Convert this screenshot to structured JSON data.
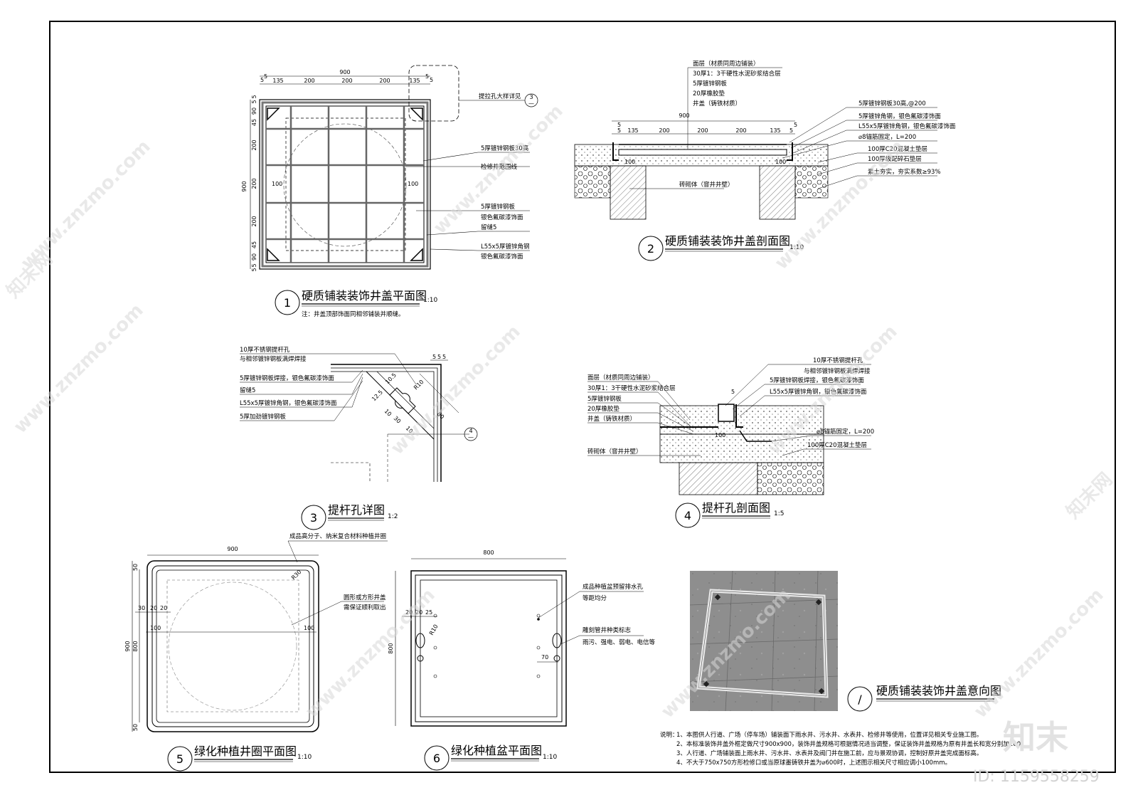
{
  "drawings": {
    "d1": {
      "number": "1",
      "title": "硬质铺装装饰井盖平面图",
      "scale": "1:10",
      "note": "注：井盖顶部饰面同相邻铺装并顺缝。",
      "dims_top": [
        "5",
        "5",
        "135",
        "200",
        "200",
        "200",
        "135",
        "5",
        "5"
      ],
      "overall_top": "900",
      "overall_left": "900",
      "dims_left": [
        "5",
        "5",
        "90",
        "45",
        "200",
        "200",
        "200",
        "45",
        "90",
        "5",
        "5"
      ],
      "dim_inner": "100",
      "ref_label": "提拉孔大样详见",
      "ref_number": "3",
      "ref_dash": "—",
      "labels": [
        "5厚镀锌钢板30高",
        "检修井范围线",
        "5厚镀锌钢板",
        "银色氟碳漆饰面",
        "留缝5",
        "L55x5厚镀锌角钢",
        "银色氟碳漆饰面"
      ]
    },
    "d2": {
      "number": "2",
      "title": "硬质铺装装饰井盖剖面图",
      "scale": "1:10",
      "overall": "900",
      "dims_top": [
        "5",
        "5",
        "135",
        "200",
        "200",
        "200",
        "135",
        "5",
        "5"
      ],
      "dim_inner": "100",
      "layers_top": [
        "面层（材质同周边铺装）",
        "30厚1：3干硬性水泥砂浆结合层",
        "5厚镀锌钢板",
        "20厚橡胶垫",
        "井盖（铸铁材质）"
      ],
      "labels_right": [
        "5厚镀锌钢板30高,@200",
        "5厚镀锌角钢，银色氟碳漆饰面",
        "L55x5厚镀锌角钢，银色氟碳漆饰面",
        "⌀8锚筋固定，L=200",
        "100厚C20混凝土垫层",
        "100厚级配碎石垫层",
        "素土夯实，夯实系数≥93%"
      ],
      "wall_label": "砖砌体（窨井井壁）"
    },
    "d3": {
      "number": "3",
      "title": "提杆孔详图",
      "scale": "1:2",
      "labels": [
        "10厚不锈钢提杆孔",
        "与相邻镀锌钢板满焊焊接",
        "5厚镀锌钢板焊接，银色氟碳漆饰面",
        "留缝5",
        "L55x5厚镀锌角钢，银色氟碳漆饰面",
        "5厚加劲镀锌钢板"
      ],
      "dims": [
        "5",
        "5",
        "5",
        "12.5",
        "10.5",
        "10",
        "30",
        "10",
        "R10",
        "80"
      ],
      "ref_number": "4",
      "ref_dash": "—"
    },
    "d4": {
      "number": "4",
      "title": "提杆孔剖面图",
      "scale": "1:5",
      "labels_left": [
        "面层（材质同周边铺装）",
        "30厚1：3干硬性水泥砂浆结合层",
        "5厚镀锌钢板",
        "20厚橡胶垫",
        "井盖（铸铁材质）",
        "砖砌体（窨井井壁）"
      ],
      "labels_right": [
        "10厚不锈钢提杆孔",
        "与相邻镀锌钢板满焊焊接",
        "5厚镀锌钢板焊接，银色氟碳漆饰面",
        "L55x5厚镀锌角钢，银色氟碳漆饰面",
        "⌀8锚筋固定，L=200",
        "100厚C20混凝土垫层"
      ],
      "dim_top": "5",
      "dim_inner": "100"
    },
    "d5": {
      "number": "5",
      "title": "绿化种植井圈平面图",
      "scale": "1:10",
      "overall_top": "900",
      "overall_left": "900",
      "inner_left": "800",
      "dims_left": [
        "50",
        "50"
      ],
      "dims_row": [
        "30",
        "20",
        "20"
      ],
      "dim_inner": "100",
      "radius": "R30",
      "labels": [
        "成品高分子、纳米复合材料种植井圈",
        "圆形或方形井盖",
        "需保证顺利取出"
      ]
    },
    "d6": {
      "number": "6",
      "title": "绿化种植盆平面图",
      "scale": "1:10",
      "overall_top": "800",
      "overall_left": "800",
      "dims_row": [
        "20",
        "20",
        "25"
      ],
      "radius": "R10",
      "dim_70": "70",
      "labels": [
        "成品种植盆预留排水孔",
        "等距均分",
        "雕刻管井种类标志",
        "雨污、强电、弱电、电信等"
      ]
    },
    "d7": {
      "number": "/",
      "title": "硬质铺装装饰井盖意向图"
    }
  },
  "notes": {
    "heading": "说明：",
    "items": [
      "1、本图供人行道、广场（停车场）铺装面下雨水井、污水井、水表井、检修井等使用，位置详见相关专业施工图。",
      "2、本标准装饰井盖外框定做尺寸900x900，装饰井盖规格可根据情况适当调整，保证装饰井盖规格为原有井盖长和宽分别加200。",
      "3、人行道、广场铺装面上雨水井、污水井、水表井及阀门井在施工前，应与景观协调，控制好原井盖完成面标高。",
      "4、不大于750x750方形检修口或当原球墨铸铁井盖为⌀600时，上述图示相关尺寸相应调小100mm。"
    ]
  },
  "watermark": {
    "text": "www.znzmo.com",
    "brand": "知末",
    "brand_short": "知末网",
    "id_text": "ID: 1159558259"
  }
}
